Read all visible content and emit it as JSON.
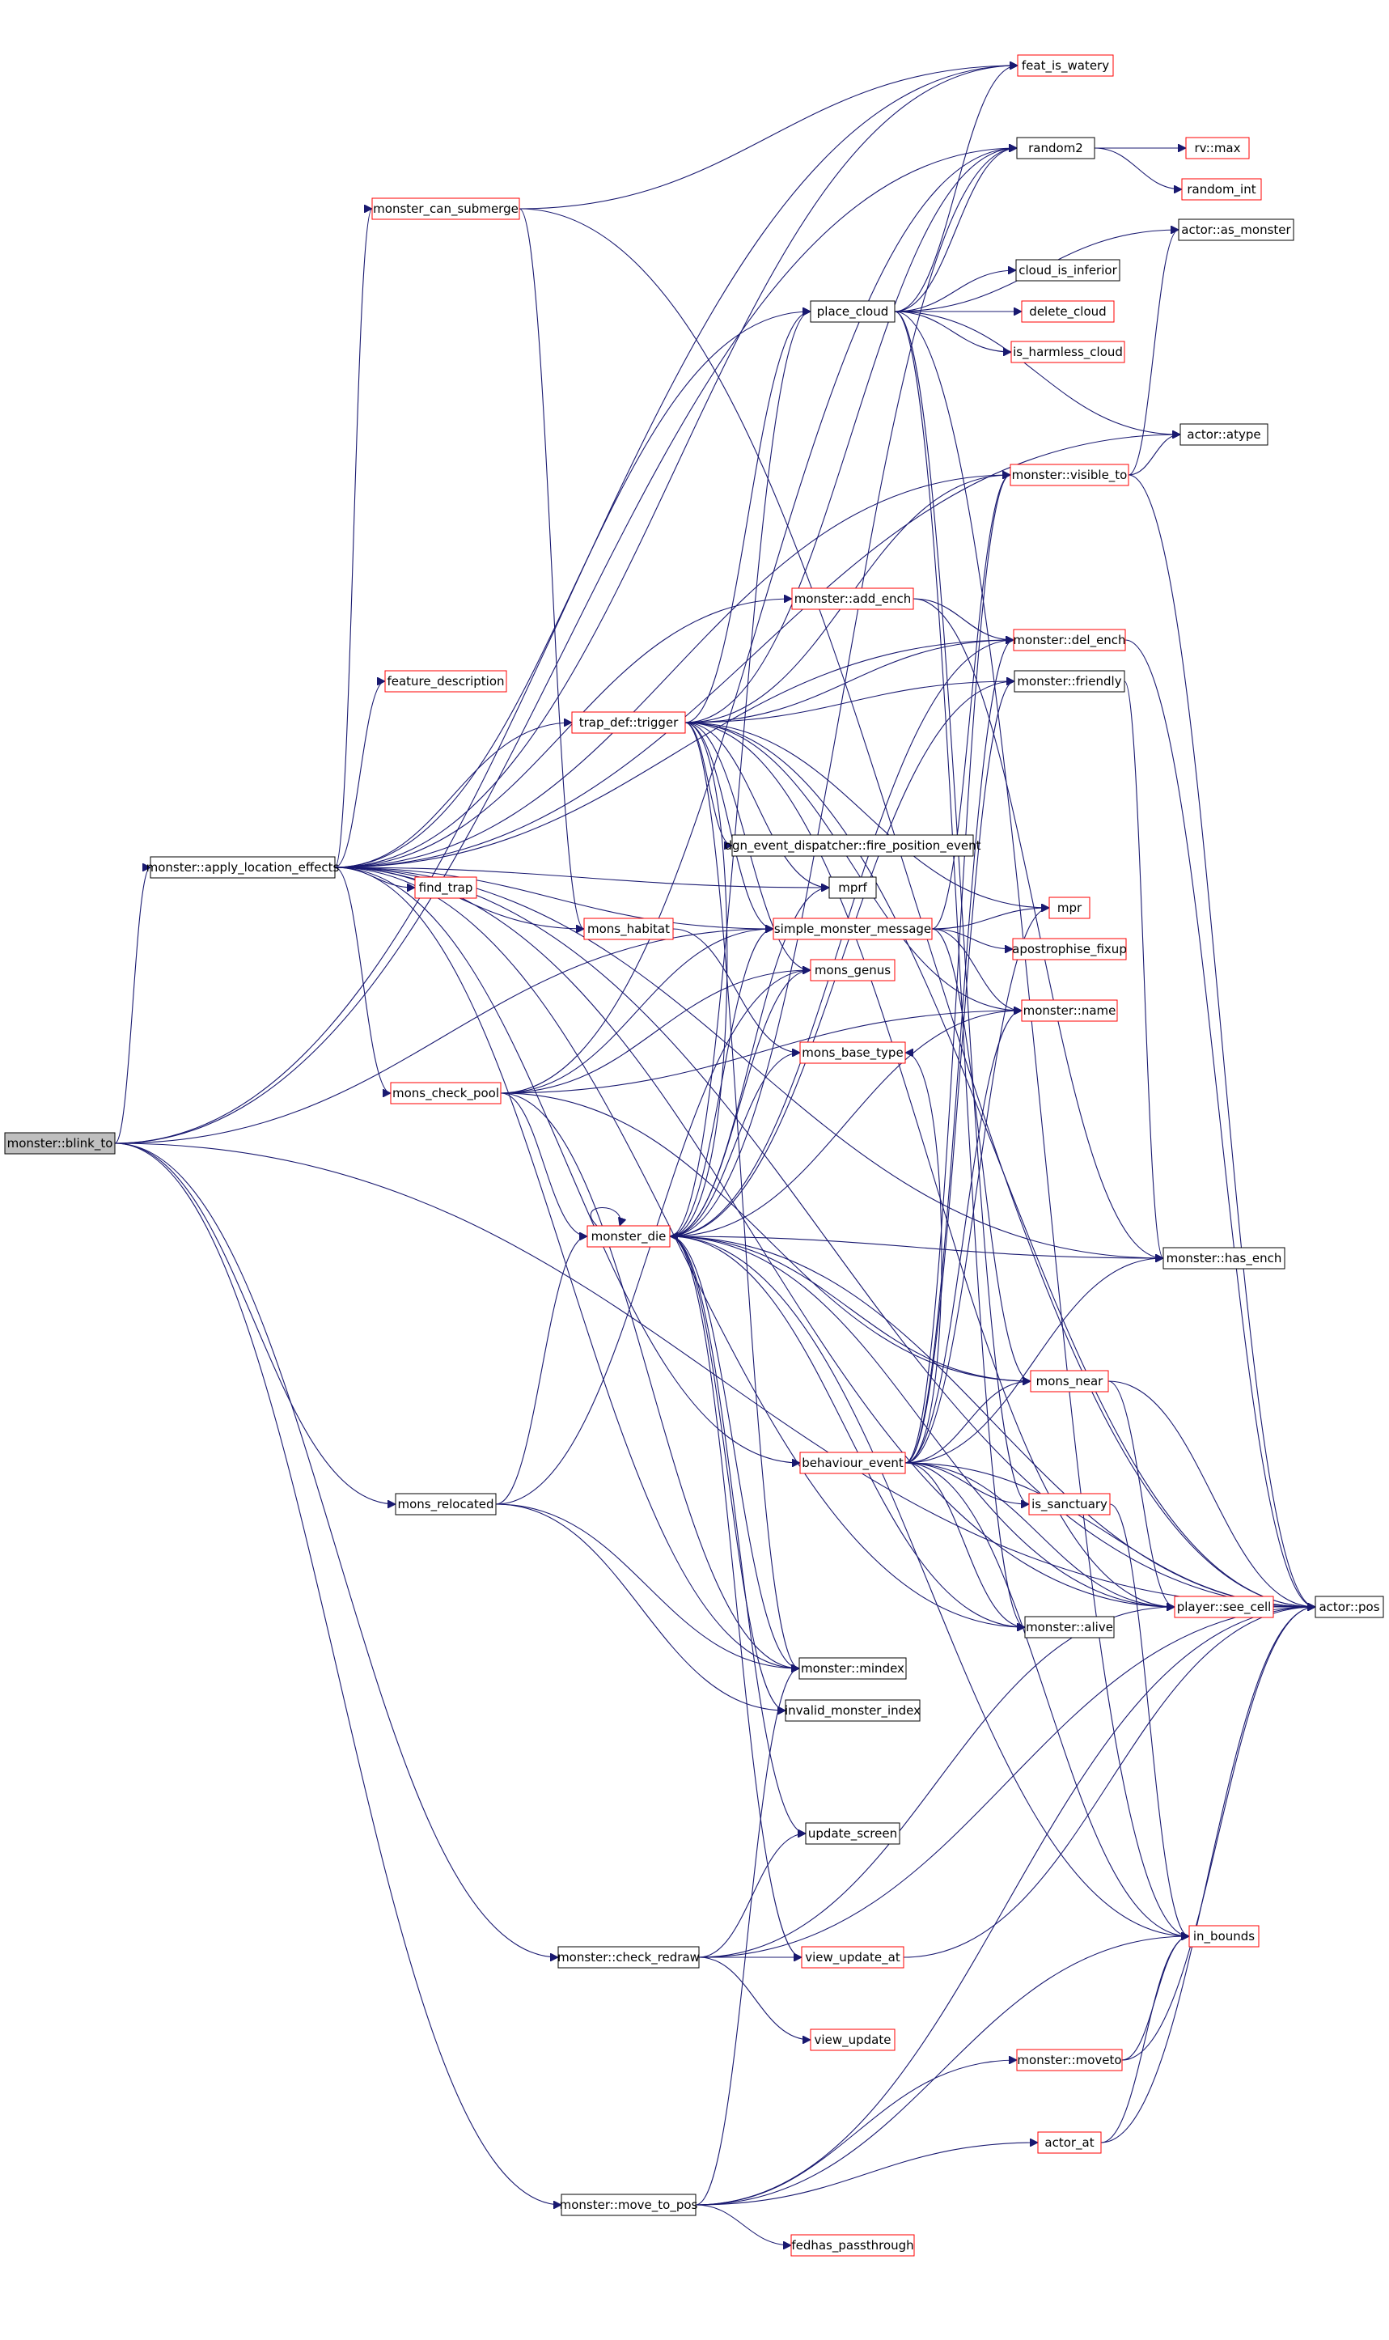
{
  "nodes": [
    {
      "id": "blink_to",
      "label": "monster::blink_to",
      "kind": "root"
    },
    {
      "id": "apply_loc",
      "label": "monster::apply_location_effects",
      "kind": "black"
    },
    {
      "id": "feat_is_watery",
      "label": "feat_is_watery",
      "kind": "red"
    },
    {
      "id": "random2",
      "label": "random2",
      "kind": "black"
    },
    {
      "id": "rv_max",
      "label": "rv::max",
      "kind": "red"
    },
    {
      "id": "random_int",
      "label": "random_int",
      "kind": "red"
    },
    {
      "id": "monster_can_submerge",
      "label": "monster_can_submerge",
      "kind": "red"
    },
    {
      "id": "actor_as_monster",
      "label": "actor::as_monster",
      "kind": "black"
    },
    {
      "id": "cloud_is_inferior",
      "label": "cloud_is_inferior",
      "kind": "black"
    },
    {
      "id": "place_cloud",
      "label": "place_cloud",
      "kind": "black"
    },
    {
      "id": "delete_cloud",
      "label": "delete_cloud",
      "kind": "red"
    },
    {
      "id": "is_harmless_cloud",
      "label": "is_harmless_cloud",
      "kind": "red"
    },
    {
      "id": "actor_atype",
      "label": "actor::atype",
      "kind": "black"
    },
    {
      "id": "visible_to",
      "label": "monster::visible_to",
      "kind": "red"
    },
    {
      "id": "add_ench",
      "label": "monster::add_ench",
      "kind": "red"
    },
    {
      "id": "del_ench",
      "label": "monster::del_ench",
      "kind": "red"
    },
    {
      "id": "feature_description",
      "label": "feature_description",
      "kind": "red"
    },
    {
      "id": "friendly",
      "label": "monster::friendly",
      "kind": "black"
    },
    {
      "id": "trap_trigger",
      "label": "trap_def::trigger",
      "kind": "red"
    },
    {
      "id": "fire_position_event",
      "label": "dgn_event_dispatcher::fire_position_event",
      "kind": "black"
    },
    {
      "id": "find_trap",
      "label": "find_trap",
      "kind": "red"
    },
    {
      "id": "mprf",
      "label": "mprf",
      "kind": "black"
    },
    {
      "id": "mpr",
      "label": "mpr",
      "kind": "red"
    },
    {
      "id": "mons_habitat",
      "label": "mons_habitat",
      "kind": "red"
    },
    {
      "id": "simple_monster_message",
      "label": "simple_monster_message",
      "kind": "red"
    },
    {
      "id": "apostrophise_fixup",
      "label": "apostrophise_fixup",
      "kind": "red"
    },
    {
      "id": "mons_genus",
      "label": "mons_genus",
      "kind": "red"
    },
    {
      "id": "monster_name",
      "label": "monster::name",
      "kind": "red"
    },
    {
      "id": "mons_base_type",
      "label": "mons_base_type",
      "kind": "red"
    },
    {
      "id": "mons_check_pool",
      "label": "mons_check_pool",
      "kind": "red"
    },
    {
      "id": "monster_die",
      "label": "monster_die",
      "kind": "red"
    },
    {
      "id": "has_ench",
      "label": "monster::has_ench",
      "kind": "black"
    },
    {
      "id": "mons_near",
      "label": "mons_near",
      "kind": "red"
    },
    {
      "id": "behaviour_event",
      "label": "behaviour_event",
      "kind": "red"
    },
    {
      "id": "is_sanctuary",
      "label": "is_sanctuary",
      "kind": "red"
    },
    {
      "id": "mons_relocated",
      "label": "mons_relocated",
      "kind": "black"
    },
    {
      "id": "see_cell",
      "label": "player::see_cell",
      "kind": "red"
    },
    {
      "id": "actor_pos",
      "label": "actor::pos",
      "kind": "black"
    },
    {
      "id": "monster_alive",
      "label": "monster::alive",
      "kind": "black"
    },
    {
      "id": "monster_mindex",
      "label": "monster::mindex",
      "kind": "black"
    },
    {
      "id": "invalid_monster_index",
      "label": "invalid_monster_index",
      "kind": "black"
    },
    {
      "id": "update_screen",
      "label": "update_screen",
      "kind": "black"
    },
    {
      "id": "in_bounds",
      "label": "in_bounds",
      "kind": "red"
    },
    {
      "id": "check_redraw",
      "label": "monster::check_redraw",
      "kind": "black"
    },
    {
      "id": "view_update_at",
      "label": "view_update_at",
      "kind": "red"
    },
    {
      "id": "view_update",
      "label": "view_update",
      "kind": "red"
    },
    {
      "id": "moveto",
      "label": "monster::moveto",
      "kind": "red"
    },
    {
      "id": "actor_at",
      "label": "actor_at",
      "kind": "red"
    },
    {
      "id": "move_to_pos",
      "label": "monster::move_to_pos",
      "kind": "black"
    },
    {
      "id": "fedhas_passthrough",
      "label": "fedhas_passthrough",
      "kind": "red"
    }
  ],
  "edges": [
    [
      "blink_to",
      "apply_loc"
    ],
    [
      "blink_to",
      "feat_is_watery"
    ],
    [
      "blink_to",
      "random2"
    ],
    [
      "blink_to",
      "simple_monster_message"
    ],
    [
      "blink_to",
      "mons_relocated"
    ],
    [
      "blink_to",
      "check_redraw"
    ],
    [
      "blink_to",
      "move_to_pos"
    ],
    [
      "blink_to",
      "actor_pos"
    ],
    [
      "apply_loc",
      "monster_can_submerge"
    ],
    [
      "apply_loc",
      "feat_is_watery"
    ],
    [
      "apply_loc",
      "place_cloud"
    ],
    [
      "apply_loc",
      "visible_to"
    ],
    [
      "apply_loc",
      "add_ench"
    ],
    [
      "apply_loc",
      "del_ench"
    ],
    [
      "apply_loc",
      "feature_description"
    ],
    [
      "apply_loc",
      "trap_trigger"
    ],
    [
      "apply_loc",
      "find_trap"
    ],
    [
      "apply_loc",
      "mprf"
    ],
    [
      "apply_loc",
      "mons_habitat"
    ],
    [
      "apply_loc",
      "simple_monster_message"
    ],
    [
      "apply_loc",
      "mons_check_pool"
    ],
    [
      "apply_loc",
      "has_ench"
    ],
    [
      "apply_loc",
      "behaviour_event"
    ],
    [
      "apply_loc",
      "monster_alive"
    ],
    [
      "apply_loc",
      "see_cell"
    ],
    [
      "apply_loc",
      "monster_mindex"
    ],
    [
      "apply_loc",
      "actor_pos"
    ],
    [
      "apply_loc",
      "actor_atype"
    ],
    [
      "monster_can_submerge",
      "feat_is_watery"
    ],
    [
      "monster_can_submerge",
      "mons_habitat"
    ],
    [
      "monster_can_submerge",
      "actor_pos"
    ],
    [
      "random2",
      "rv_max"
    ],
    [
      "random2",
      "random_int"
    ],
    [
      "place_cloud",
      "random2"
    ],
    [
      "place_cloud",
      "feat_is_watery"
    ],
    [
      "place_cloud",
      "actor_as_monster"
    ],
    [
      "place_cloud",
      "cloud_is_inferior"
    ],
    [
      "place_cloud",
      "delete_cloud"
    ],
    [
      "place_cloud",
      "is_harmless_cloud"
    ],
    [
      "place_cloud",
      "actor_atype"
    ],
    [
      "place_cloud",
      "is_sanctuary"
    ],
    [
      "place_cloud",
      "monster_alive"
    ],
    [
      "place_cloud",
      "in_bounds"
    ],
    [
      "visible_to",
      "actor_as_monster"
    ],
    [
      "visible_to",
      "actor_atype"
    ],
    [
      "visible_to",
      "actor_pos"
    ],
    [
      "add_ench",
      "del_ench"
    ],
    [
      "add_ench",
      "has_ench"
    ],
    [
      "del_ench",
      "actor_pos"
    ],
    [
      "friendly",
      "has_ench"
    ],
    [
      "trap_trigger",
      "random2"
    ],
    [
      "trap_trigger",
      "place_cloud"
    ],
    [
      "trap_trigger",
      "visible_to"
    ],
    [
      "trap_trigger",
      "del_ench"
    ],
    [
      "trap_trigger",
      "friendly"
    ],
    [
      "trap_trigger",
      "fire_position_event"
    ],
    [
      "trap_trigger",
      "mprf"
    ],
    [
      "trap_trigger",
      "mpr"
    ],
    [
      "trap_trigger",
      "simple_monster_message"
    ],
    [
      "trap_trigger",
      "mons_genus"
    ],
    [
      "trap_trigger",
      "monster_name"
    ],
    [
      "trap_trigger",
      "monster_die"
    ],
    [
      "trap_trigger",
      "see_cell"
    ],
    [
      "trap_trigger",
      "monster_mindex"
    ],
    [
      "trap_trigger",
      "actor_pos"
    ],
    [
      "simple_monster_message",
      "mpr"
    ],
    [
      "simple_monster_message",
      "apostrophise_fixup"
    ],
    [
      "simple_monster_message",
      "monster_name"
    ],
    [
      "simple_monster_message",
      "mons_near"
    ],
    [
      "simple_monster_message",
      "visible_to"
    ],
    [
      "mons_habitat",
      "mons_base_type"
    ],
    [
      "mons_check_pool",
      "simple_monster_message"
    ],
    [
      "mons_check_pool",
      "mons_genus"
    ],
    [
      "mons_check_pool",
      "monster_name"
    ],
    [
      "mons_check_pool",
      "monster_die"
    ],
    [
      "mons_check_pool",
      "mons_near"
    ],
    [
      "mons_check_pool",
      "monster_mindex"
    ],
    [
      "mons_check_pool",
      "random2"
    ],
    [
      "monster_die",
      "monster_die"
    ],
    [
      "monster_die",
      "place_cloud"
    ],
    [
      "monster_die",
      "mprf"
    ],
    [
      "monster_die",
      "simple_monster_message"
    ],
    [
      "monster_die",
      "mons_genus"
    ],
    [
      "monster_die",
      "mons_base_type"
    ],
    [
      "monster_die",
      "monster_name"
    ],
    [
      "monster_die",
      "has_ench"
    ],
    [
      "monster_die",
      "mons_near"
    ],
    [
      "monster_die",
      "monster_alive"
    ],
    [
      "monster_die",
      "monster_mindex"
    ],
    [
      "monster_die",
      "invalid_monster_index"
    ],
    [
      "monster_die",
      "update_screen"
    ],
    [
      "monster_die",
      "in_bounds"
    ],
    [
      "monster_die",
      "view_update_at"
    ],
    [
      "monster_die",
      "actor_pos"
    ],
    [
      "monster_die",
      "see_cell"
    ],
    [
      "monster_die",
      "friendly"
    ],
    [
      "monster_die",
      "del_ench"
    ],
    [
      "monster_die",
      "random2"
    ],
    [
      "mons_near",
      "see_cell"
    ],
    [
      "mons_near",
      "actor_pos"
    ],
    [
      "behaviour_event",
      "mons_near"
    ],
    [
      "behaviour_event",
      "is_sanctuary"
    ],
    [
      "behaviour_event",
      "see_cell"
    ],
    [
      "behaviour_event",
      "actor_pos"
    ],
    [
      "behaviour_event",
      "monster_alive"
    ],
    [
      "behaviour_event",
      "has_ench"
    ],
    [
      "behaviour_event",
      "friendly"
    ],
    [
      "behaviour_event",
      "del_ench"
    ],
    [
      "behaviour_event",
      "visible_to"
    ],
    [
      "behaviour_event",
      "monster_name"
    ],
    [
      "behaviour_event",
      "mons_base_type"
    ],
    [
      "behaviour_event",
      "mpr"
    ],
    [
      "behaviour_event",
      "in_bounds"
    ],
    [
      "is_sanctuary",
      "in_bounds"
    ],
    [
      "mons_relocated",
      "monster_die"
    ],
    [
      "mons_relocated",
      "monster_mindex"
    ],
    [
      "mons_relocated",
      "invalid_monster_index"
    ],
    [
      "mons_relocated",
      "mons_genus"
    ],
    [
      "see_cell",
      "actor_pos"
    ],
    [
      "check_redraw",
      "update_screen"
    ],
    [
      "check_redraw",
      "view_update_at"
    ],
    [
      "check_redraw",
      "view_update"
    ],
    [
      "check_redraw",
      "see_cell"
    ],
    [
      "check_redraw",
      "actor_pos"
    ],
    [
      "view_update_at",
      "actor_pos"
    ],
    [
      "moveto",
      "in_bounds"
    ],
    [
      "moveto",
      "actor_pos"
    ],
    [
      "actor_at",
      "in_bounds"
    ],
    [
      "actor_at",
      "actor_pos"
    ],
    [
      "move_to_pos",
      "moveto"
    ],
    [
      "move_to_pos",
      "actor_at"
    ],
    [
      "move_to_pos",
      "fedhas_passthrough"
    ],
    [
      "move_to_pos",
      "in_bounds"
    ],
    [
      "move_to_pos",
      "monster_mindex"
    ],
    [
      "move_to_pos",
      "actor_pos"
    ]
  ]
}
